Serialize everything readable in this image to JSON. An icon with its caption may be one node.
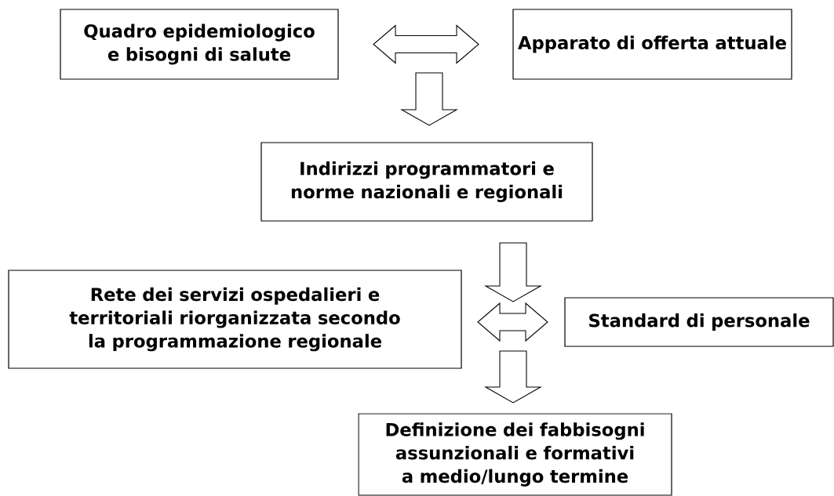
{
  "diagram": {
    "nodes": [
      {
        "text": [
          "Quadro epidemiologico e bisogni di salute"
        ]
      },
      {
        "text": [
          "Apparato di offerta attuale"
        ]
      },
      {
        "text": [
          "Indirizzi programmatori e norme nazionali e regionali"
        ]
      },
      {
        "text": [
          "Rete dei servizi ospedalieri e territoriali riorganizzata secondo la programmazione regionale"
        ]
      },
      {
        "text": [
          "Standard di personale"
        ]
      },
      {
        "text": [
          "Definizione dei fabbisogni assunzionali e formativi a medio/lungo termine"
        ]
      }
    ],
    "edges": [
      {
        "from": 0,
        "to": 1,
        "arrow": "both"
      },
      {
        "from": null,
        "to": 2,
        "arrow": "to"
      },
      {
        "from": 2,
        "to": null,
        "arrow": "to"
      },
      {
        "from": 3,
        "to": 4,
        "arrow": "both"
      },
      {
        "from": null,
        "to": 5,
        "arrow": "to"
      }
    ]
  }
}
